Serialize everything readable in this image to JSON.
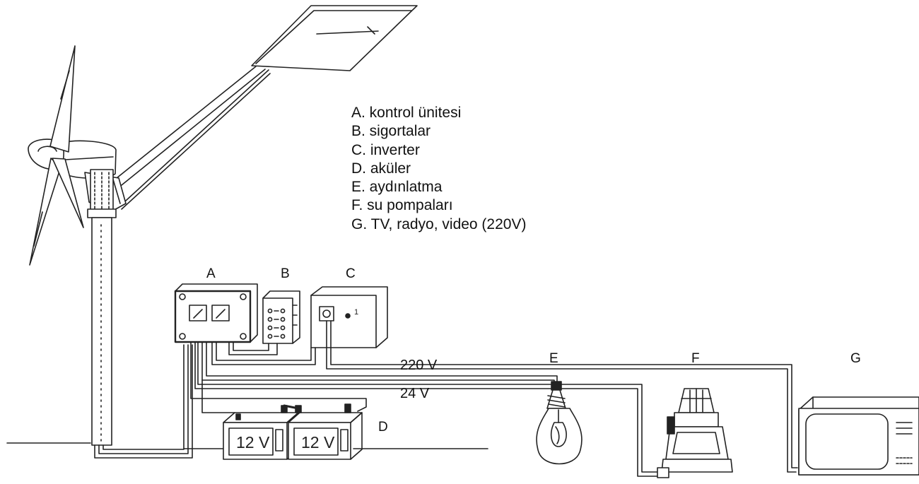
{
  "legend": [
    {
      "letter": "A",
      "text": "A. kontrol ünitesi"
    },
    {
      "letter": "B",
      "text": "B. sigortalar"
    },
    {
      "letter": "C",
      "text": "C. inverter"
    },
    {
      "letter": "D",
      "text": "D. aküler"
    },
    {
      "letter": "E",
      "text": "E. aydınlatma"
    },
    {
      "letter": "F",
      "text": "F. su pompaları"
    },
    {
      "letter": "G",
      "text": "G. TV, radyo, video (220V)"
    }
  ],
  "labels": {
    "a": "A",
    "b": "B",
    "c": "C",
    "d": "D",
    "e": "E",
    "f": "F",
    "g": "G"
  },
  "wires": {
    "ac": "220 V",
    "dc": "24 V"
  },
  "batteries": {
    "left": "12 V",
    "right": "12 V"
  },
  "inverter": {
    "marker": "1"
  },
  "colors": {
    "line": "#222222",
    "background": "#ffffff"
  }
}
